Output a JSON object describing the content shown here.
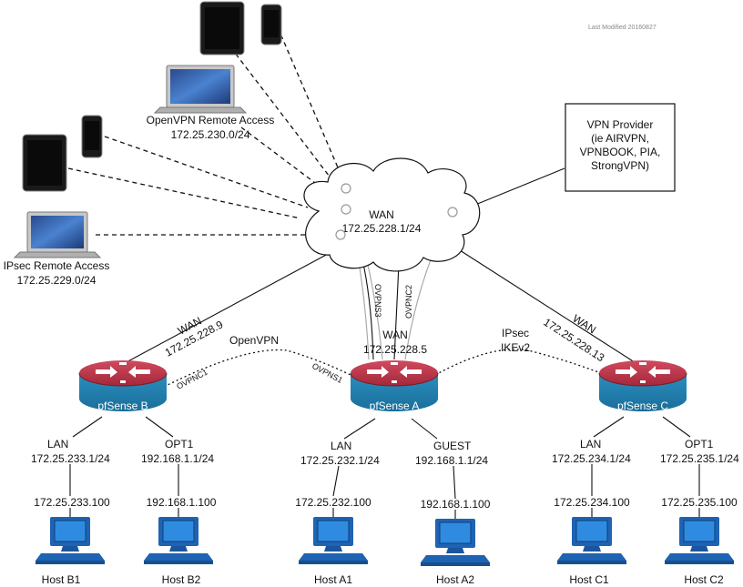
{
  "diagram": {
    "last_modified": "Last Modified 20160827",
    "wan_cloud": {
      "title": "WAN",
      "subnet": "172.25.228.1/24"
    },
    "openvpn_remote": {
      "title": "OpenVPN Remote Access",
      "subnet": "172.25.230.0/24"
    },
    "ipsec_remote": {
      "title": "IPsec Remote Access",
      "subnet": "172.25.229.0/24"
    },
    "vpn_provider": {
      "lines": [
        "VPN Provider",
        "(ie AIRVPN,",
        "VPNBOOK, PIA,",
        "StrongVPN)"
      ]
    },
    "routers": {
      "a": {
        "name": "pfSense A",
        "wan_label": "WAN",
        "wan_ip": "172.25.228.5"
      },
      "b": {
        "name": "pfSense B",
        "wan_label": "WAN",
        "wan_ip": "172.25.228.9"
      },
      "c": {
        "name": "pfSense C",
        "wan_label": "WAN",
        "wan_ip": "172.25.228.13"
      }
    },
    "tunnels": {
      "ovpns3": "OVPNS3",
      "ovpnc2": "OVPNC2",
      "ovpnc1": "OVPNC1",
      "ovpns1": "OVPNS1",
      "openvpn": "OpenVPN",
      "ipsec": "IPsec",
      "ikev2": "IKEv2"
    },
    "networks": {
      "b_lan": {
        "label": "LAN",
        "subnet": "172.25.233.1/24"
      },
      "b_opt1": {
        "label": "OPT1",
        "subnet": "192.168.1.1/24"
      },
      "a_lan": {
        "label": "LAN",
        "subnet": "172.25.232.1/24"
      },
      "a_guest": {
        "label": "GUEST",
        "subnet": "192.168.1.1/24"
      },
      "c_lan": {
        "label": "LAN",
        "subnet": "172.25.234.1/24"
      },
      "c_opt1": {
        "label": "OPT1",
        "subnet": "172.25.235.1/24"
      }
    },
    "hosts": {
      "b1": {
        "ip": "172.25.233.100",
        "name": "Host B1"
      },
      "b2": {
        "ip": "192.168.1.100",
        "name": "Host B2"
      },
      "a1": {
        "ip": "172.25.232.100",
        "name": "Host A1"
      },
      "a2": {
        "ip": "192.168.1.100",
        "name": "Host A2"
      },
      "c1": {
        "ip": "172.25.234.100",
        "name": "Host C1"
      },
      "c2": {
        "ip": "172.25.235.100",
        "name": "Host C2"
      }
    }
  }
}
